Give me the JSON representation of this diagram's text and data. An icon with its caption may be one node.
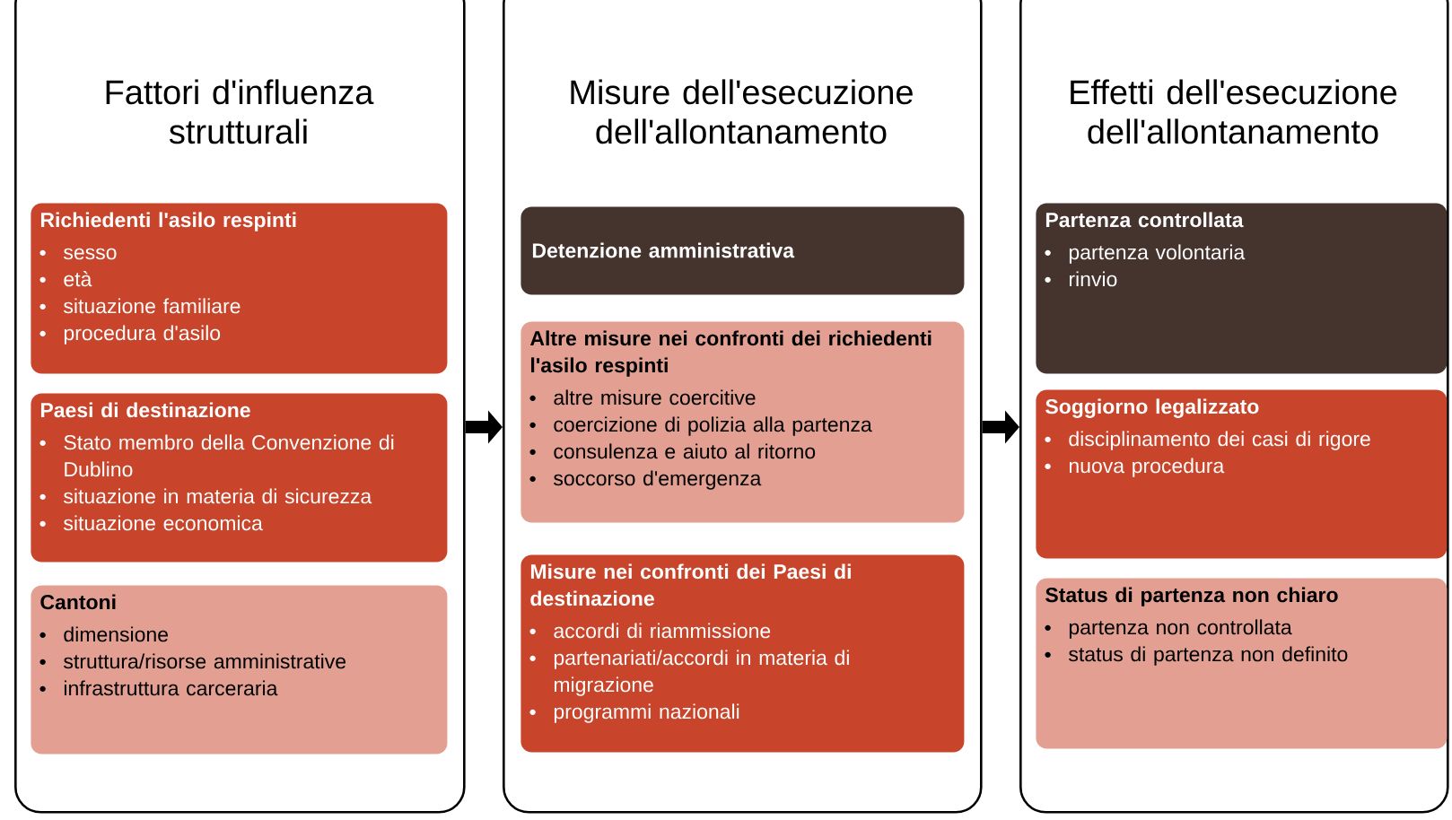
{
  "diagram": {
    "nodes": [
      {
        "text": [
          "Fattori d'influenza strutturali"
        ]
      },
      {
        "text": [
          "Misure dell'esecuzione dell'allontanamento"
        ]
      },
      {
        "text": [
          "Effetti dell'esecuzione dell'allontanamento"
        ]
      },
      {
        "text": [
          "Richiedenti l'asilo respinti",
          "sesso",
          "età",
          "situazione familiare",
          "procedura d'asilo"
        ],
        "in": 0
      },
      {
        "text": [
          "Paesi di destinazione",
          "Stato membro della Convenzione di Dublino",
          "situazione in materia di sicurezza",
          "situazione economica"
        ],
        "in": 0
      },
      {
        "text": [
          "Cantoni",
          "dimensione",
          "struttura/risorse amministrative",
          "infrastruttura carceraria"
        ],
        "in": 0
      },
      {
        "text": [
          "Detenzione amministrativa"
        ],
        "in": 1
      },
      {
        "text": [
          "Altre misure nei confronti dei richiedenti l'asilo respinti",
          "altre misure coercitive",
          "coercizione di polizia alla partenza",
          "consulenza e aiuto al ritorno",
          "soccorso d'emergenza"
        ],
        "in": 1
      },
      {
        "text": [
          "Misure nei confronti dei Paesi di destinazione",
          "accordi di riammissione",
          "partenariati/accordi in materia di migrazione",
          "programmi nazionali"
        ],
        "in": 1
      },
      {
        "text": [
          "Partenza controllata",
          "partenza volontaria",
          "rinvio"
        ],
        "in": 2
      },
      {
        "text": [
          "Soggiorno legalizzato",
          "disciplinamento dei casi di rigore",
          "nuova procedura"
        ],
        "in": 2
      },
      {
        "text": [
          "Status di partenza non chiaro",
          "partenza non controllata",
          "status di partenza non definito"
        ],
        "in": 2
      }
    ],
    "edges": [
      {
        "from": 0,
        "to": 1,
        "arrow": "to"
      },
      {
        "from": 1,
        "to": 2,
        "arrow": "to"
      }
    ]
  }
}
